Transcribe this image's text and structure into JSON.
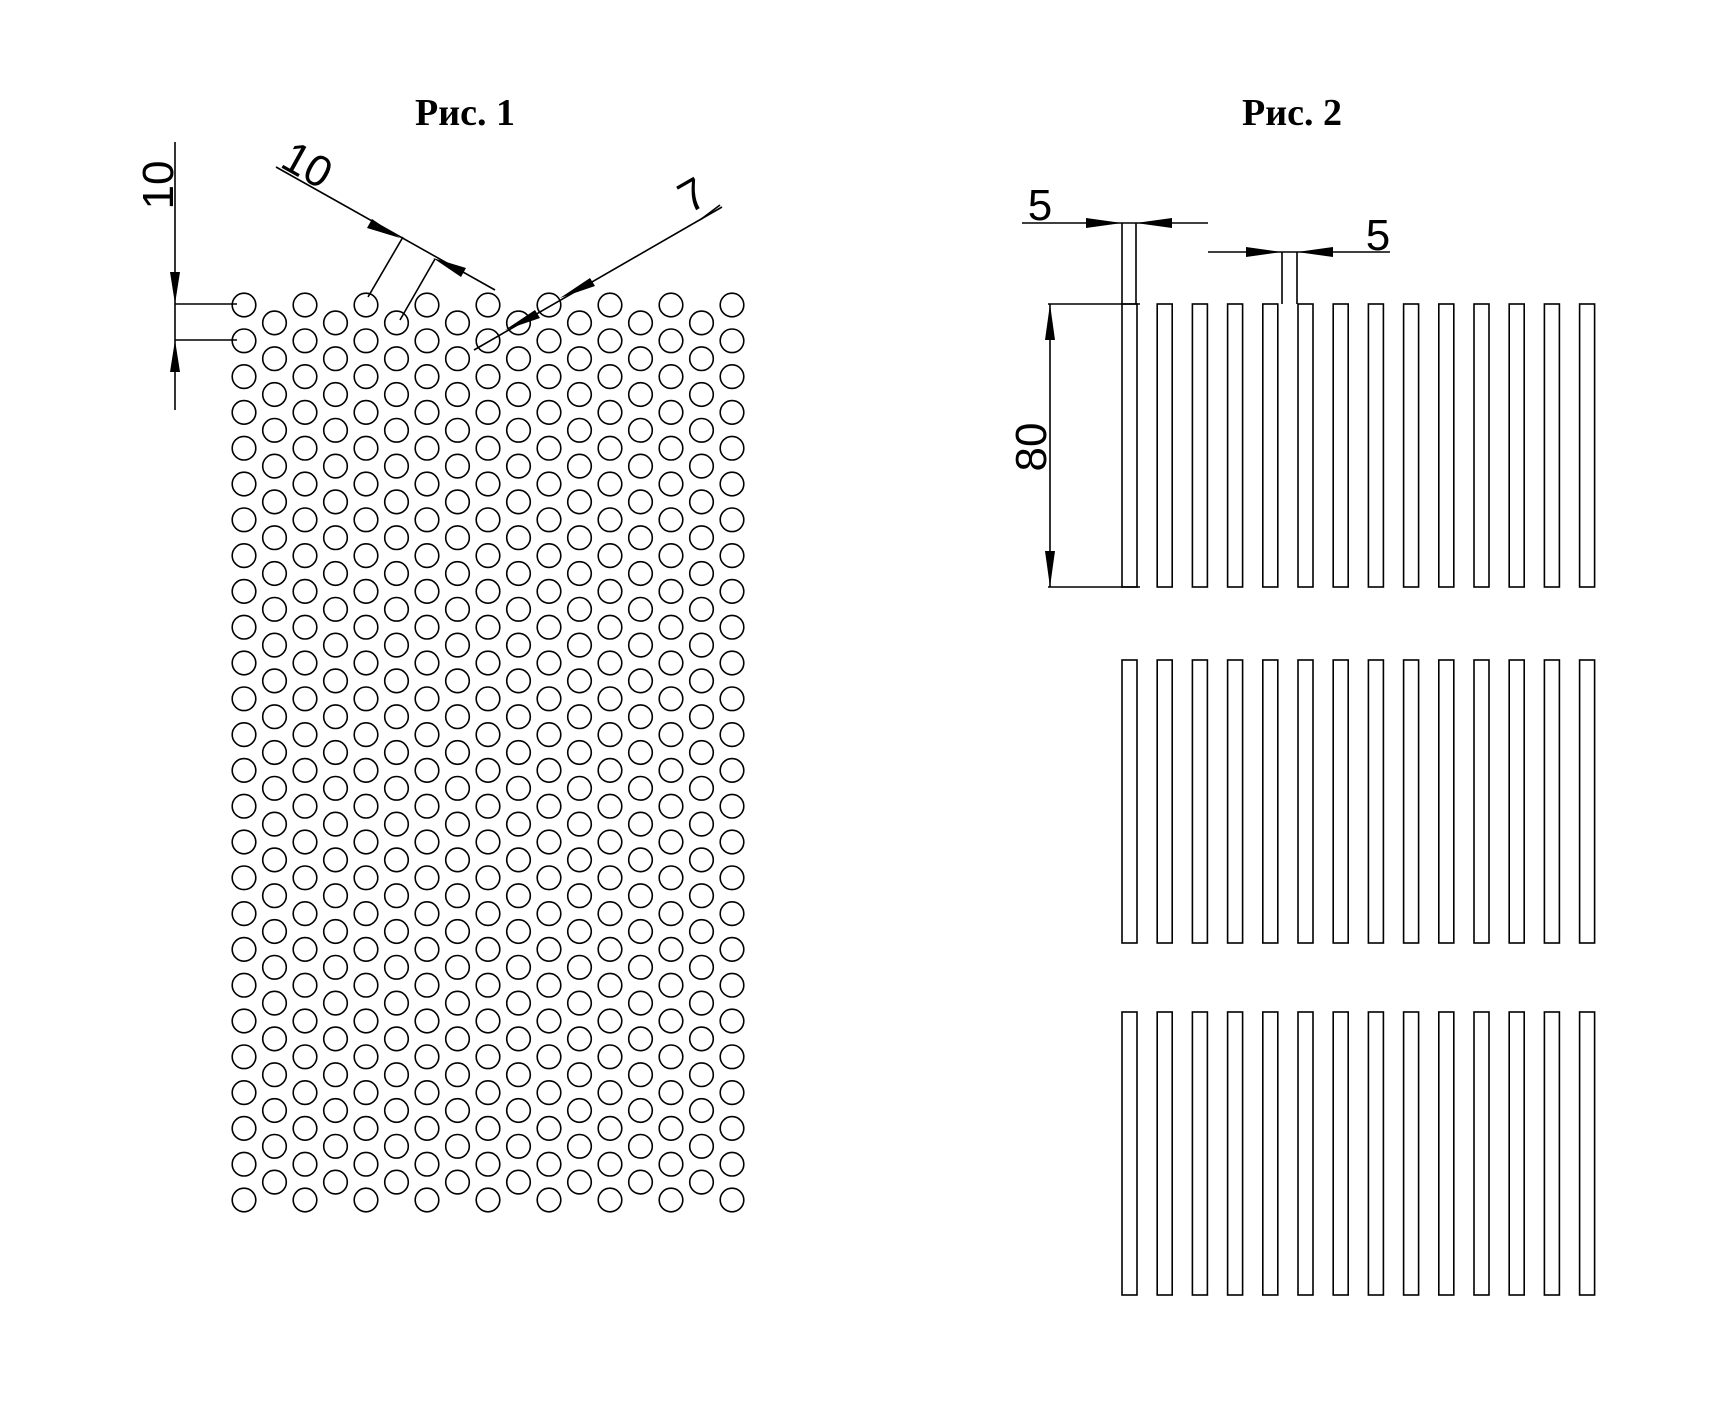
{
  "figure1": {
    "title": "Рис. 1",
    "hole_pattern": "staggered round holes",
    "dimensions": {
      "row_spacing": "10",
      "hole_pitch": "10",
      "hole_diameter": "7"
    }
  },
  "figure2": {
    "title": "Рис. 2",
    "slot_pattern": "rows of parallel slots",
    "dimensions": {
      "slot_width": "5",
      "slot_gap": "5",
      "slot_length": "80"
    }
  },
  "colors": {
    "line": "#000000",
    "background": "#ffffff"
  }
}
